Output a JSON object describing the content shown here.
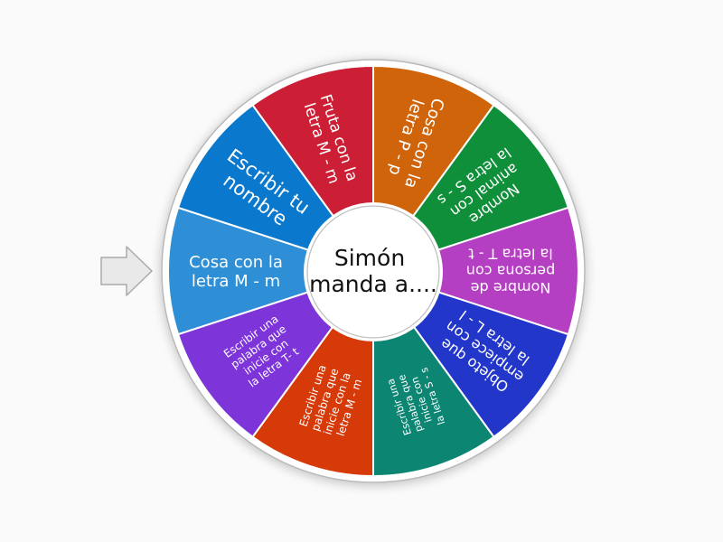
{
  "wheel": {
    "center_label": [
      "Simón",
      "manda a...."
    ],
    "segments": [
      {
        "lines": [
          "Cosa con la",
          "letra M - m"
        ],
        "color": "#2e8fd6",
        "size": 18
      },
      {
        "lines": [
          "Escribir tu",
          "nombre"
        ],
        "color": "#0a78cc",
        "size": 21
      },
      {
        "lines": [
          "Fruta con la",
          "letra M - m"
        ],
        "color": "#cc1f36",
        "size": 17
      },
      {
        "lines": [
          "Cosa con la",
          "letra P - p"
        ],
        "color": "#d0640a",
        "size": 18
      },
      {
        "lines": [
          "Nombre",
          "animal con",
          "la letra S - s"
        ],
        "color": "#0f8f3a",
        "size": 16
      },
      {
        "lines": [
          "Nombre de",
          "persona con",
          "la letra T - t"
        ],
        "color": "#b43fc2",
        "size": 16
      },
      {
        "lines": [
          "Objeto que",
          "empiece con",
          "la letra L - l"
        ],
        "color": "#2236c9",
        "size": 16
      },
      {
        "lines": [
          "Escribir una",
          "palabra que",
          "inicie con",
          "la letra S - s"
        ],
        "color": "#0c8673",
        "size": 11
      },
      {
        "lines": [
          "Escribir una",
          "palabra que",
          "inicie con la",
          "letra M - m"
        ],
        "color": "#d63a08",
        "size": 12
      },
      {
        "lines": [
          "Escribir una",
          "palabra que",
          "inicie con",
          "la letra T- t"
        ],
        "color": "#7d34d8",
        "size": 12
      }
    ]
  },
  "pointer": {
    "icon": "arrow-right-icon",
    "fill": "#e9e9e9",
    "stroke": "#a9a9a9"
  }
}
